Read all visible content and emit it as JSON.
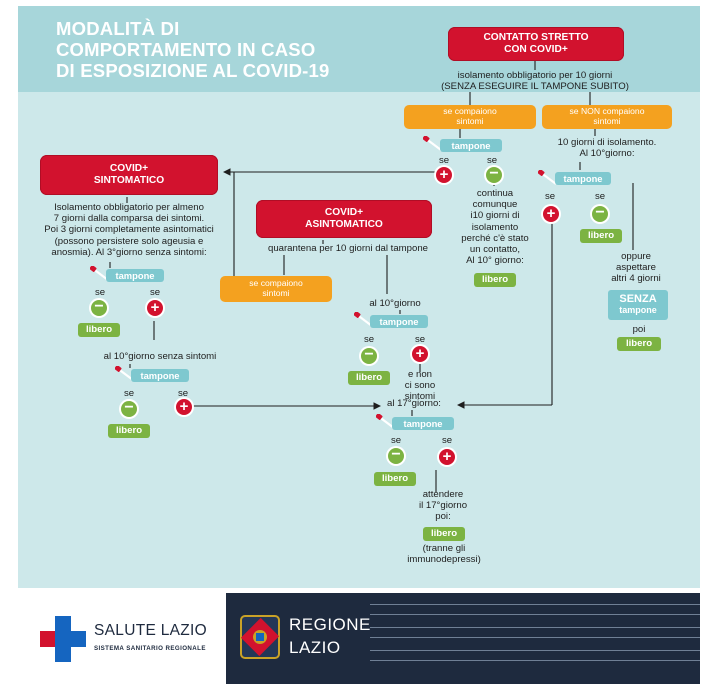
{
  "title": "MODALITÀ DI\nCOMPORTAMENTO IN CASO\nDI ESPOSIZIONE AL COVID-19",
  "contatto": {
    "box": "CONTATTO STRETTO\nCON COVID+",
    "isolation": "isolamento obbligatorio per 10 giorni\n(SENZA ESEGUIRE IL TAMPONE SUBITO)",
    "branch_yes": "se compaiono\nsintomi",
    "branch_no": "se NON compaiono\nsintomi",
    "yes_se_plus": "se",
    "yes_se_minus": "se",
    "yes_tampone": "tampone",
    "continua": "continua\ncomunque\ni10 giorni di\nisolamento\nperché c'è stato\nun contatto,\nAl 10° giorno:",
    "continua_libero": "libero",
    "no_text": "10 giorni di isolamento.\nAl 10°giorno:",
    "no_tampone": "tampone",
    "no_se_plus": "se",
    "no_se_minus": "se",
    "no_libero": "libero",
    "oppure": "oppure\naspettare\naltri 4 giorni",
    "senza_1": "SENZA",
    "senza_2": "tampone",
    "poi": "poi",
    "poi_libero": "libero"
  },
  "sintomatico": {
    "box": "COVID+\nSINTOMATICO",
    "text": "Isolamento obbligatorio per almeno\n7 giorni dalla comparsa dei sintomi.\nPoi 3 giorni completamente asintomatici\n(possono persistere solo ageusia e\nanosmia). Al 3°giorno senza sintomi:",
    "tampone1": "tampone",
    "se_minus1": "se",
    "se_plus1": "se",
    "libero1": "libero",
    "day10": "al 10°giorno senza sintomi",
    "tampone2": "tampone",
    "se_minus2": "se",
    "se_plus2": "se",
    "libero2": "libero"
  },
  "asintomatico": {
    "box": "COVID+\nASINTOMATICO",
    "quarantena": "quarantena per 10 giorni dal tampone",
    "branch": "se compaiono\nsintomi",
    "day10": "al 10°giorno",
    "tampone": "tampone",
    "se_minus": "se",
    "se_plus": "se",
    "libero": "libero",
    "no_symptoms": "e non\nci sono\nsintomi",
    "day17": "al 17°giorno:",
    "tampone17": "tampone",
    "se_minus17": "se",
    "se_plus17": "se",
    "libero17": "libero",
    "attendere": "attendere\nil 17°giorno\npoi:",
    "final_libero": "libero",
    "tranne": "(tranne gli\nimmunodepressi)"
  },
  "footer": {
    "salute_name": "SALUTE LAZIO",
    "salute_sub": "SISTEMA SANITARIO REGIONALE",
    "regione_l1": "REGIONE",
    "regione_l2": "LAZIO"
  },
  "colors": {
    "red": "#d2122e",
    "orange": "#f4a11f",
    "teal": "#7ec8cf",
    "green": "#7cb342",
    "panel": "#cde8ea",
    "band": "#a7d6da",
    "navy": "#1e2a3e",
    "salute_blue": "#1565c0"
  },
  "icons": [
    "swab-icon",
    "plus-icon",
    "minus-icon",
    "salute-cross-icon",
    "regione-emblem-icon"
  ]
}
